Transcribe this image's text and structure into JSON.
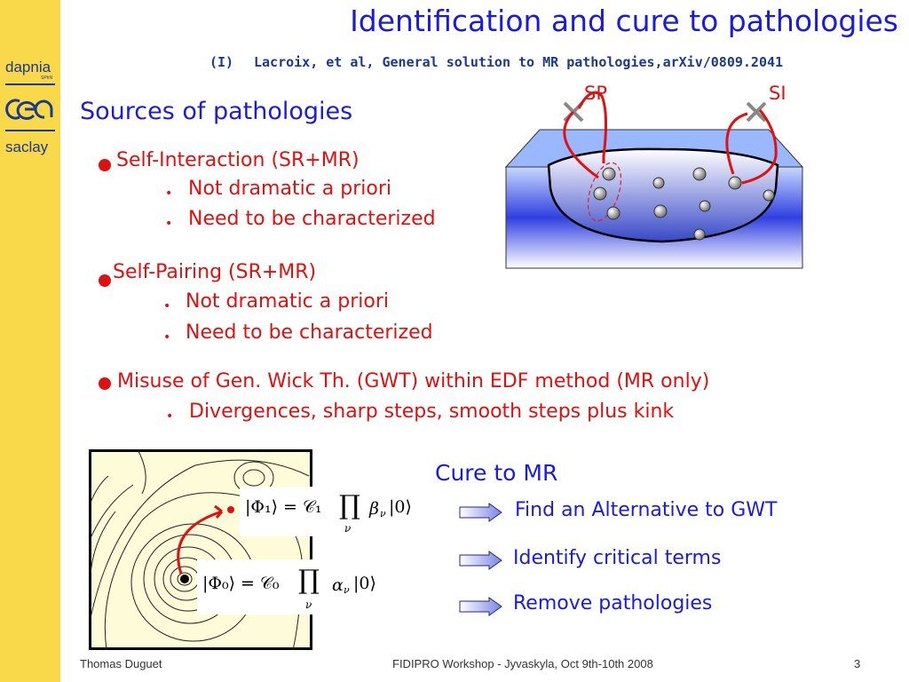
{
  "sidebar": {
    "logo_dapnia": "dapnia",
    "logo_sphn": "SPhN",
    "logo_cea": "cea",
    "logo_saclay": "saclay"
  },
  "slide": {
    "title": "Identification and cure to pathologies",
    "reference_number": "(I)",
    "reference_text": "Lacroix, et al, General solution to MR pathologies,arXiv/0809.2041",
    "sources_heading": "Sources of pathologies",
    "sources": [
      {
        "label": "Self-Interaction (SR+MR)",
        "subs": [
          "Not dramatic a priori",
          "Need to be characterized"
        ]
      },
      {
        "label": "Self-Pairing (SR+MR)",
        "subs": [
          "Not dramatic a priori",
          "Need to be characterized"
        ]
      },
      {
        "label": "Misuse of Gen. Wick Th. (GWT) within EDF method (MR only)",
        "subs": [
          "Divergences, sharp steps, smooth steps plus kink"
        ]
      }
    ],
    "bullet_char": "•",
    "diagram": {
      "label_sp": "SP",
      "label_si": "SI"
    },
    "formulas": {
      "phi1_lhs": "|Φ₁⟩ = 𝒞₁",
      "phi1_prod": "∏",
      "phi1_rhs": "β",
      "phi1_sub": "ν",
      "phi1_ket": "|0⟩",
      "phi0_lhs": "|Φ₀⟩ = 𝒞₀",
      "phi0_prod": "∏",
      "phi0_rhs": "α",
      "phi0_sub": "ν",
      "phi0_ket": "|0⟩"
    },
    "cure_heading": "Cure to MR",
    "cure_items": [
      "Find an Alternative to GWT",
      "Identify critical terms",
      "Remove pathologies"
    ]
  },
  "footer": {
    "author": "Thomas Duguet",
    "event": "FIDIPRO Workshop - Jyvaskyla, Oct 9th-10th 2008",
    "page": "3"
  },
  "colors": {
    "title_blue": "#1a1ae0",
    "bullet_red": "#e01010",
    "sidebar_yellow": "#f9d849",
    "contour_bg": "#fdfbd8"
  }
}
